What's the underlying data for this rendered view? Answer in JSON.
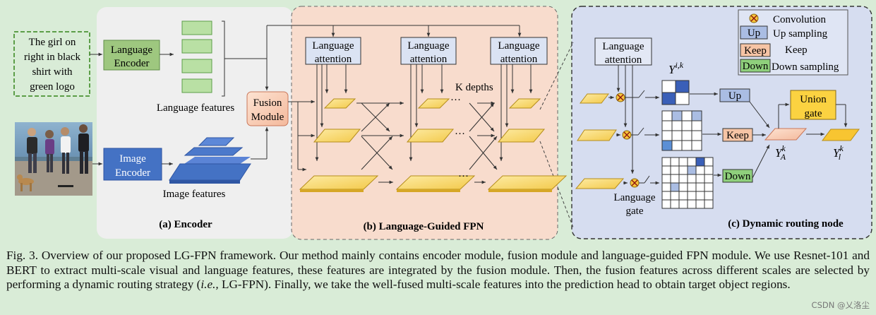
{
  "input_text": [
    "The girl on",
    "right in black",
    "shirt with",
    "green logo"
  ],
  "encoder": {
    "language_encoder": [
      "Language",
      "Encoder"
    ],
    "image_encoder": [
      "Image",
      "Encoder"
    ],
    "language_features": "Language features",
    "image_features": "Image features",
    "fusion_module": [
      "Fusion",
      "Module"
    ],
    "title": "(a) Encoder"
  },
  "fpn": {
    "language_attention": [
      "Language",
      "attention"
    ],
    "k_depths": "K depths",
    "ellipsis": "···",
    "title": "(b) Language-Guided FPN"
  },
  "routing": {
    "language_attention": [
      "Language",
      "attention"
    ],
    "language_gate": [
      "Language",
      "gate"
    ],
    "up": "Up",
    "keep": "Keep",
    "down": "Down",
    "union_gate": [
      "Union",
      "gate"
    ],
    "y_ik_base": "Y",
    "y_ik_sup": "i,k",
    "ya_base": "Y",
    "ya_sup": "k",
    "ya_sub": "A",
    "yl_base": "Y",
    "yl_sup": "k",
    "yl_sub": "l",
    "title": "(c) Dynamic routing node",
    "legend": [
      {
        "swatch": "⊗",
        "label": "Convolution"
      },
      {
        "swatch": "Up",
        "label": "Up sampling"
      },
      {
        "swatch": "Keep",
        "label": "Keep"
      },
      {
        "swatch": "Down",
        "label": "Down sampling"
      }
    ]
  },
  "colors": {
    "background": "#d9ecd7",
    "encoder_panel": "#efefef",
    "fpn_panel": "#f8dccd",
    "routing_panel": "#d6ddf0",
    "language_green": "#9ec77f",
    "image_blue": "#4472c4",
    "feature_yellow": "#f7d55d",
    "fusion_pink": "#f7cdbd",
    "up_blue": "#aabde3",
    "keep_orange": "#f6c4a5",
    "down_green": "#8fd07c",
    "union_yellow": "#fbd241"
  },
  "caption": {
    "prefix": "Fig. 3.    Overview of our proposed LG-FPN framework. Our method mainly contains encoder module, fusion module and language-guided FPN module. We use Resnet-101 and BERT to extract multi-scale visual and language features, these features are integrated by the fusion module. Then, the fusion features across different scales are selected by performing a dynamic routing strategy (",
    "italic": "i.e.,",
    "suffix": " LG-FPN). Finally, we take the well-fused multi-scale features into the prediction head to obtain target object regions."
  },
  "watermark": "CSDN @乂洛尘"
}
